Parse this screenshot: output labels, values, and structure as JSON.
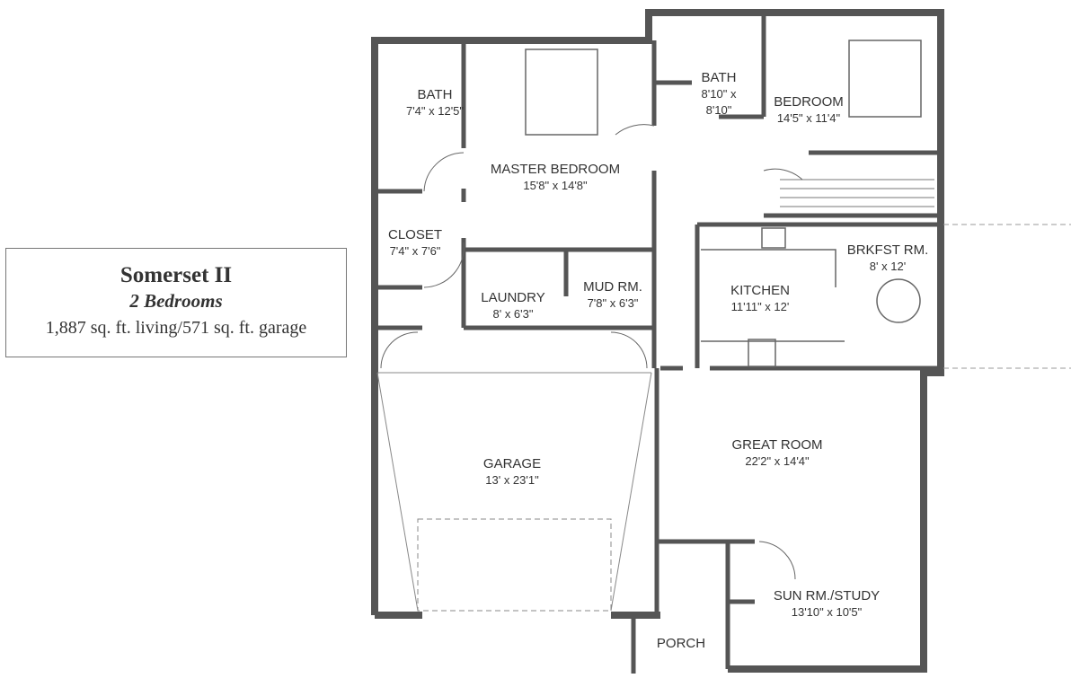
{
  "legend": {
    "title": "Somerset II",
    "bedrooms": "2 Bedrooms",
    "area": "1,887 sq. ft. living/571 sq. ft. garage"
  },
  "rooms": [
    {
      "name": "BATH",
      "dims": "7'4\" x 12'5\""
    },
    {
      "name": "MASTER BEDROOM",
      "dims": "15'8\" x 14'8\""
    },
    {
      "name": "BATH",
      "dims": "8'10\" x 8'10\""
    },
    {
      "name": "BEDROOM",
      "dims": "14'5\" x 11'4\""
    },
    {
      "name": "CLOSET",
      "dims": "7'4\" x 7'6\""
    },
    {
      "name": "LAUNDRY",
      "dims": "8' x 6'3\""
    },
    {
      "name": "MUD RM.",
      "dims": "7'8\" x 6'3\""
    },
    {
      "name": "KITCHEN",
      "dims": "11'11\" x 12'"
    },
    {
      "name": "BRKFST RM.",
      "dims": "8' x 12'"
    },
    {
      "name": "GARAGE",
      "dims": "13' x 23'1\""
    },
    {
      "name": "GREAT ROOM",
      "dims": "22'2\" x 14'4\""
    },
    {
      "name": "SUN RM./STUDY",
      "dims": "13'10\" x 10'5\""
    },
    {
      "name": "PORCH",
      "dims": ""
    }
  ],
  "colors": {
    "wall": "#555555",
    "line": "#666666"
  }
}
